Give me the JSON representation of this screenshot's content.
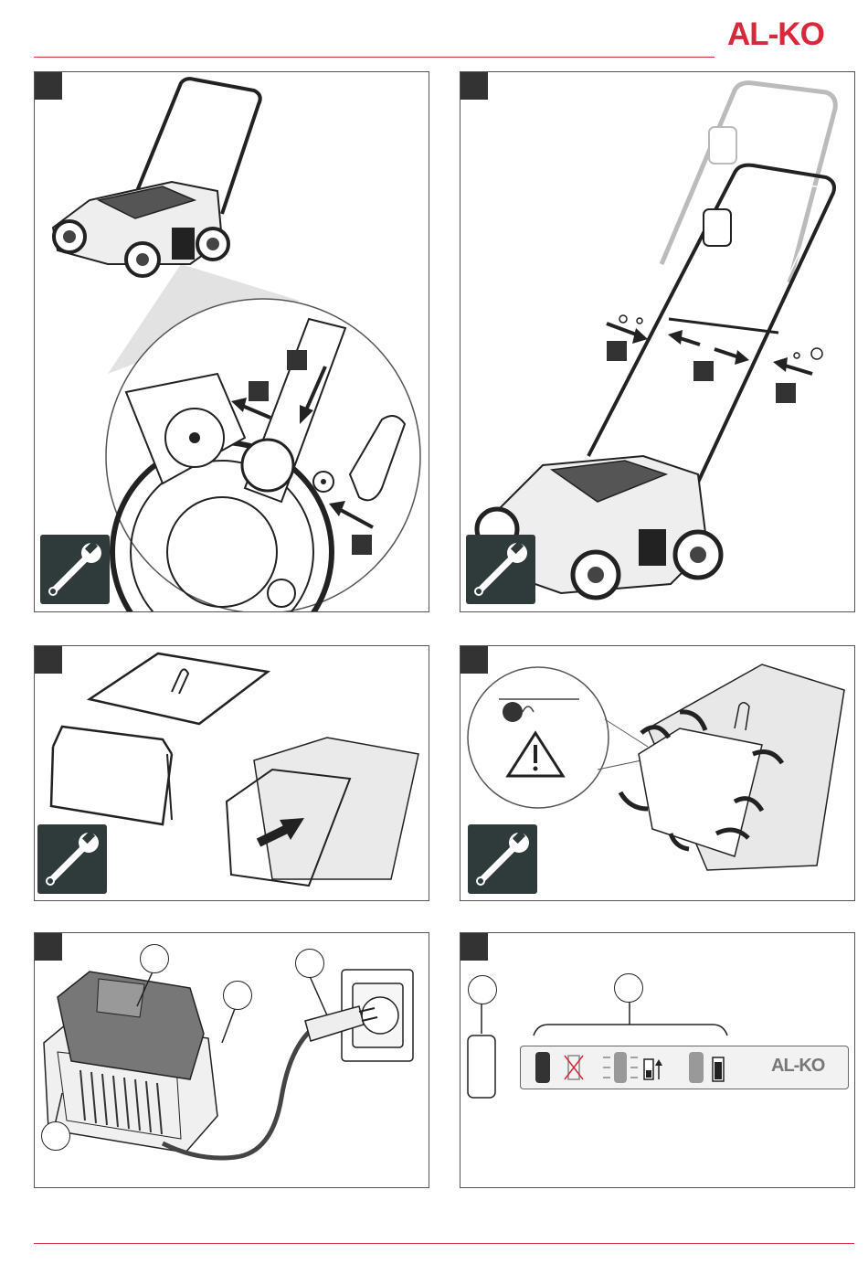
{
  "brand": {
    "logo_text": "AL-KO",
    "accent_color": "#d8283b"
  },
  "panels": [
    {
      "id": "mount-wheels",
      "icon": "wrench-icon"
    },
    {
      "id": "assemble-handle",
      "icon": "wrench-icon"
    },
    {
      "id": "assemble-grass-bag-frame",
      "icon": "wrench-icon"
    },
    {
      "id": "attach-grass-bag-cover",
      "icon": "wrench-icon",
      "warning": "warning-triangle-icon"
    },
    {
      "id": "charge-battery",
      "icons": [
        "battery-icon",
        "charger-icon",
        "plug-icon",
        "socket-icon"
      ]
    },
    {
      "id": "charge-indicator",
      "led_panel_logo": "AL-KO",
      "icons": [
        "battery-empty-icon",
        "battery-charging-icon",
        "battery-full-icon"
      ]
    }
  ],
  "colors": {
    "step_tag": "#333333",
    "wrench_box": "#2e3b3a",
    "line": "#222222",
    "zoom_shade": "#cfcfcf"
  }
}
